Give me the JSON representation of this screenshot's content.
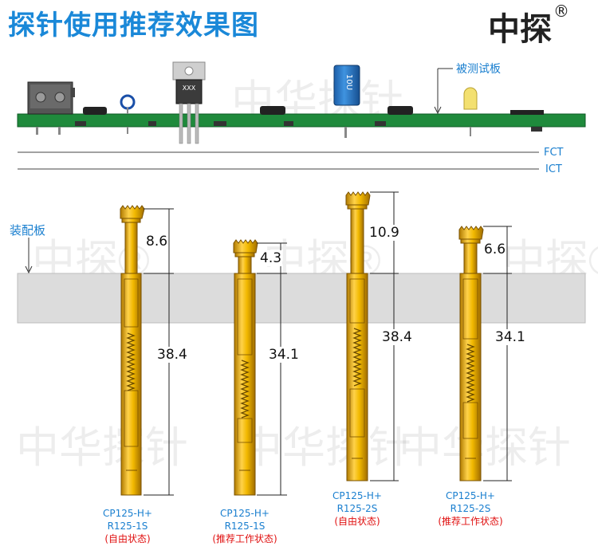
{
  "header": {
    "title": "探针使用推荐效果图",
    "brand": "中探",
    "trademark": "®"
  },
  "watermarks": [
    "中华探针",
    "中探®"
  ],
  "labels": {
    "test_board": "被测试板",
    "fct": "FCT",
    "ict": "ICT",
    "mount_plate": "装配板",
    "component_mark": "XXX",
    "capacitor_mark": "10U"
  },
  "probes": [
    {
      "model": "CP125-H+",
      "receptacle": "R125-1S",
      "state": "(自由状态)",
      "head_dim": "8.6",
      "total_dim": "38.4"
    },
    {
      "model": "CP125-H+",
      "receptacle": "R125-1S",
      "state": "(推荐工作状态)",
      "head_dim": "4.3",
      "total_dim": "34.1"
    },
    {
      "model": "CP125-H+",
      "receptacle": "R125-2S",
      "state": "(自由状态)",
      "head_dim": "10.9",
      "total_dim": "38.4"
    },
    {
      "model": "CP125-H+",
      "receptacle": "R125-2S",
      "state": "(推荐工作状态)",
      "head_dim": "6.6",
      "total_dim": "34.1"
    }
  ],
  "colors": {
    "title": "#1a88d8",
    "pcb": "#1f8a3c",
    "probe_gold": "#e8b400",
    "caption": "#1a7fcf",
    "state": "#e01010",
    "plate": "#dcdcdc"
  }
}
